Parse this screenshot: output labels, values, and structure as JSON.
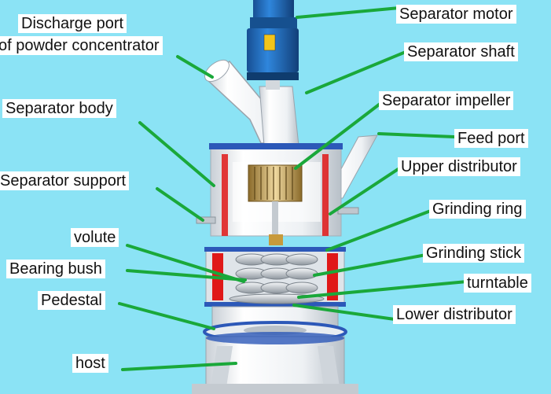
{
  "colors": {
    "background": "#8be3f5",
    "leader": "#1aa83a",
    "machine_body": "#f2f4f6",
    "motor": "#1e6fc2",
    "accent_red": "#e01818",
    "flange_blue": "#2c58b8",
    "label_bg": "#ffffff"
  },
  "labels": {
    "discharge_port_line1": "Discharge port",
    "discharge_port_line2": "of powder concentrator",
    "separator_body": "Separator body",
    "separator_support": "Separator support",
    "volute": "volute",
    "bearing_bush": "Bearing bush",
    "pedestal": "Pedestal",
    "host": "host",
    "separator_motor": "Separator motor",
    "separator_shaft": "Separator shaft",
    "separator_impeller": "Separator impeller",
    "feed_port": "Feed port",
    "upper_distributor": "Upper distributor",
    "grinding_ring": "Grinding ring",
    "grinding_stick": "Grinding stick",
    "turntable": "turntable",
    "lower_distributor": "Lower distributor"
  }
}
